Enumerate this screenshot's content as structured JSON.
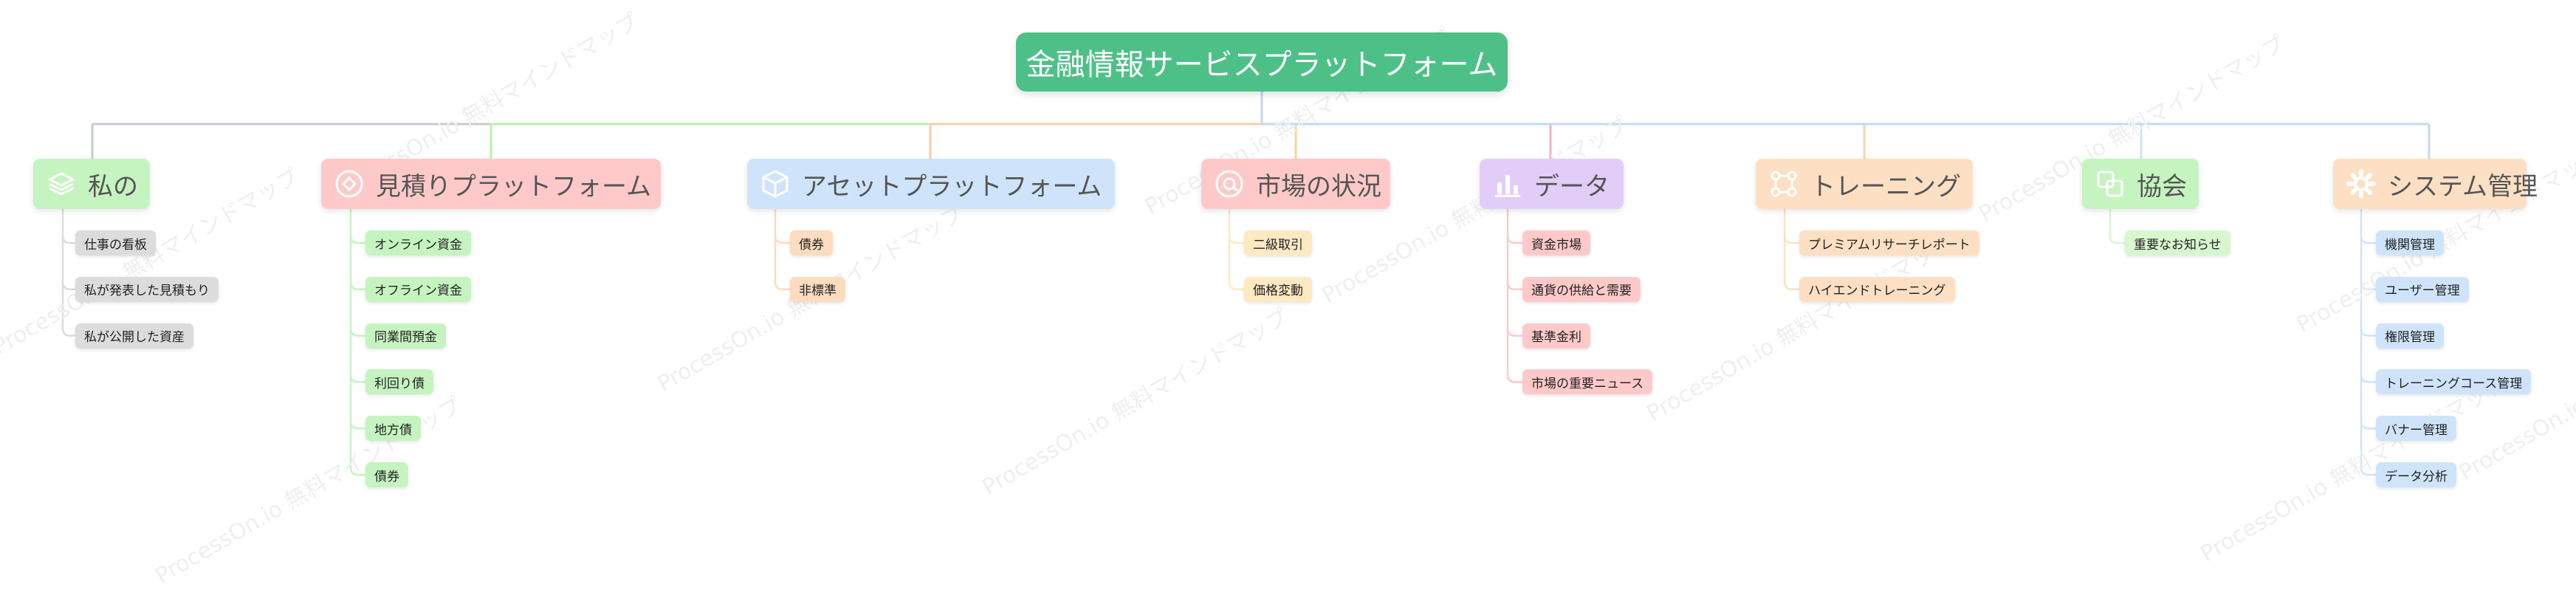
{
  "root": {
    "label": "金融情報サービスプラットフォーム",
    "color": "#4dc088"
  },
  "watermark": "ProcessOn.io 無料マインドマップ",
  "branches": [
    {
      "id": "my",
      "label": "私の",
      "icon": "layers-icon",
      "color": "#c6f4c0",
      "icon_color": "#ffffff",
      "line_color": "#c5cbd6",
      "leaf_color": "#dcdcdc",
      "children": [
        "仕事の看板",
        "私が発表した見積もり",
        "私が公開した資産"
      ]
    },
    {
      "id": "quote",
      "label": "見積りプラットフォーム",
      "icon": "target-icon",
      "color": "#ffc9c9",
      "icon_color": "#ffffff",
      "line_color": "#b9efb2",
      "leaf_color": "#c6f4c0",
      "children": [
        "オンライン資金",
        "オフライン資金",
        "同業間預金",
        "利回り債",
        "地方債",
        "債券"
      ]
    },
    {
      "id": "asset",
      "label": "アセットプラットフォーム",
      "icon": "cube-icon",
      "color": "#cfe4fb",
      "icon_color": "#ffffff",
      "line_color": "#f4cfaa",
      "leaf_color": "#fddcbf",
      "children": [
        "債券",
        "非標準"
      ]
    },
    {
      "id": "market",
      "label": "市場の状況",
      "icon": "at-icon",
      "color": "#ffc9c9",
      "icon_color": "#ffffff",
      "line_color": "#f1d79e",
      "leaf_color": "#fde9c2",
      "children": [
        "二級取引",
        "価格変動"
      ]
    },
    {
      "id": "data",
      "label": "データ",
      "icon": "bar-chart-icon",
      "color": "#e2cdf9",
      "icon_color": "#ffffff",
      "line_color": "#f2b4bd",
      "leaf_color": "#ffc9c9",
      "children": [
        "資金市場",
        "通貨の供給と需要",
        "基準金利",
        "市場の重要ニュース"
      ]
    },
    {
      "id": "training",
      "label": "トレーニング",
      "icon": "nodes-icon",
      "color": "#fde0c4",
      "icon_color": "#ffffff",
      "line_color": "#f6d3b4",
      "leaf_color": "#fde0c4",
      "children": [
        "プレミアムリサーチレポート",
        "ハイエンドトレーニング"
      ]
    },
    {
      "id": "assoc",
      "label": "協会",
      "icon": "overlap-squares-icon",
      "color": "#c6f4c0",
      "icon_color": "#ffffff",
      "line_color": "#c6e9f4",
      "leaf_color": "#d8f7cf",
      "children": [
        "重要なお知らせ"
      ]
    },
    {
      "id": "system",
      "label": "システム管理",
      "icon": "gear-icon",
      "color": "#fde0c4",
      "icon_color": "#ffffff",
      "line_color": "#c2d8f4",
      "leaf_color": "#cfe4fb",
      "children": [
        "機関管理",
        "ユーザー管理",
        "権限管理",
        "トレーニングコース管理",
        "バナー管理",
        "データ分析"
      ]
    }
  ]
}
